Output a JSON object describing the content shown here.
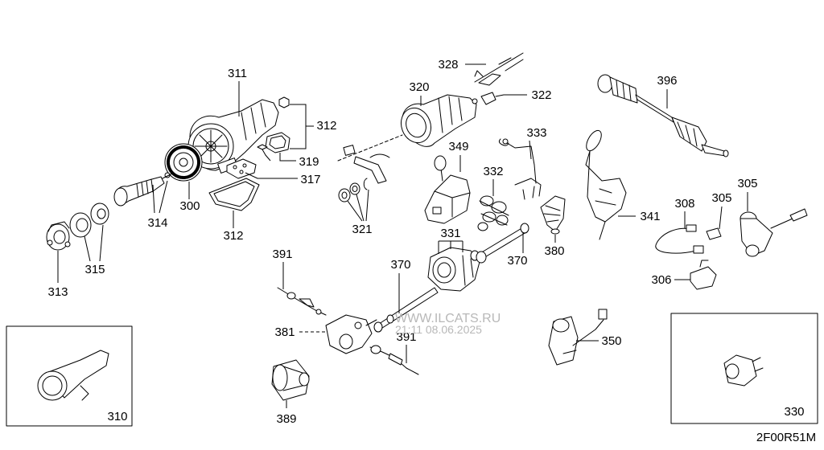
{
  "callouts": {
    "c311": "311",
    "c312_top": "312",
    "c319": "319",
    "c317": "317",
    "c314": "314",
    "c300": "300",
    "c312_bottom": "312",
    "c313": "313",
    "c315": "315",
    "c320": "320",
    "c328": "328",
    "c322": "322",
    "c333": "333",
    "c349": "349",
    "c332": "332",
    "c321": "321",
    "c331": "331",
    "c370_left": "370",
    "c370_right": "370",
    "c380": "380",
    "c391_upper": "391",
    "c381": "381",
    "c391_lower": "391",
    "c389": "389",
    "c350": "350",
    "c341": "341",
    "c396": "396",
    "c308": "308",
    "c305_left": "305",
    "c305_right": "305",
    "c306": "306",
    "c310": "310",
    "c330": "330"
  },
  "watermark": {
    "site": "WWW.ILCATS.RU",
    "timestamp": "21:11 08.06.2025"
  },
  "diagram_code": "2F00R51M"
}
